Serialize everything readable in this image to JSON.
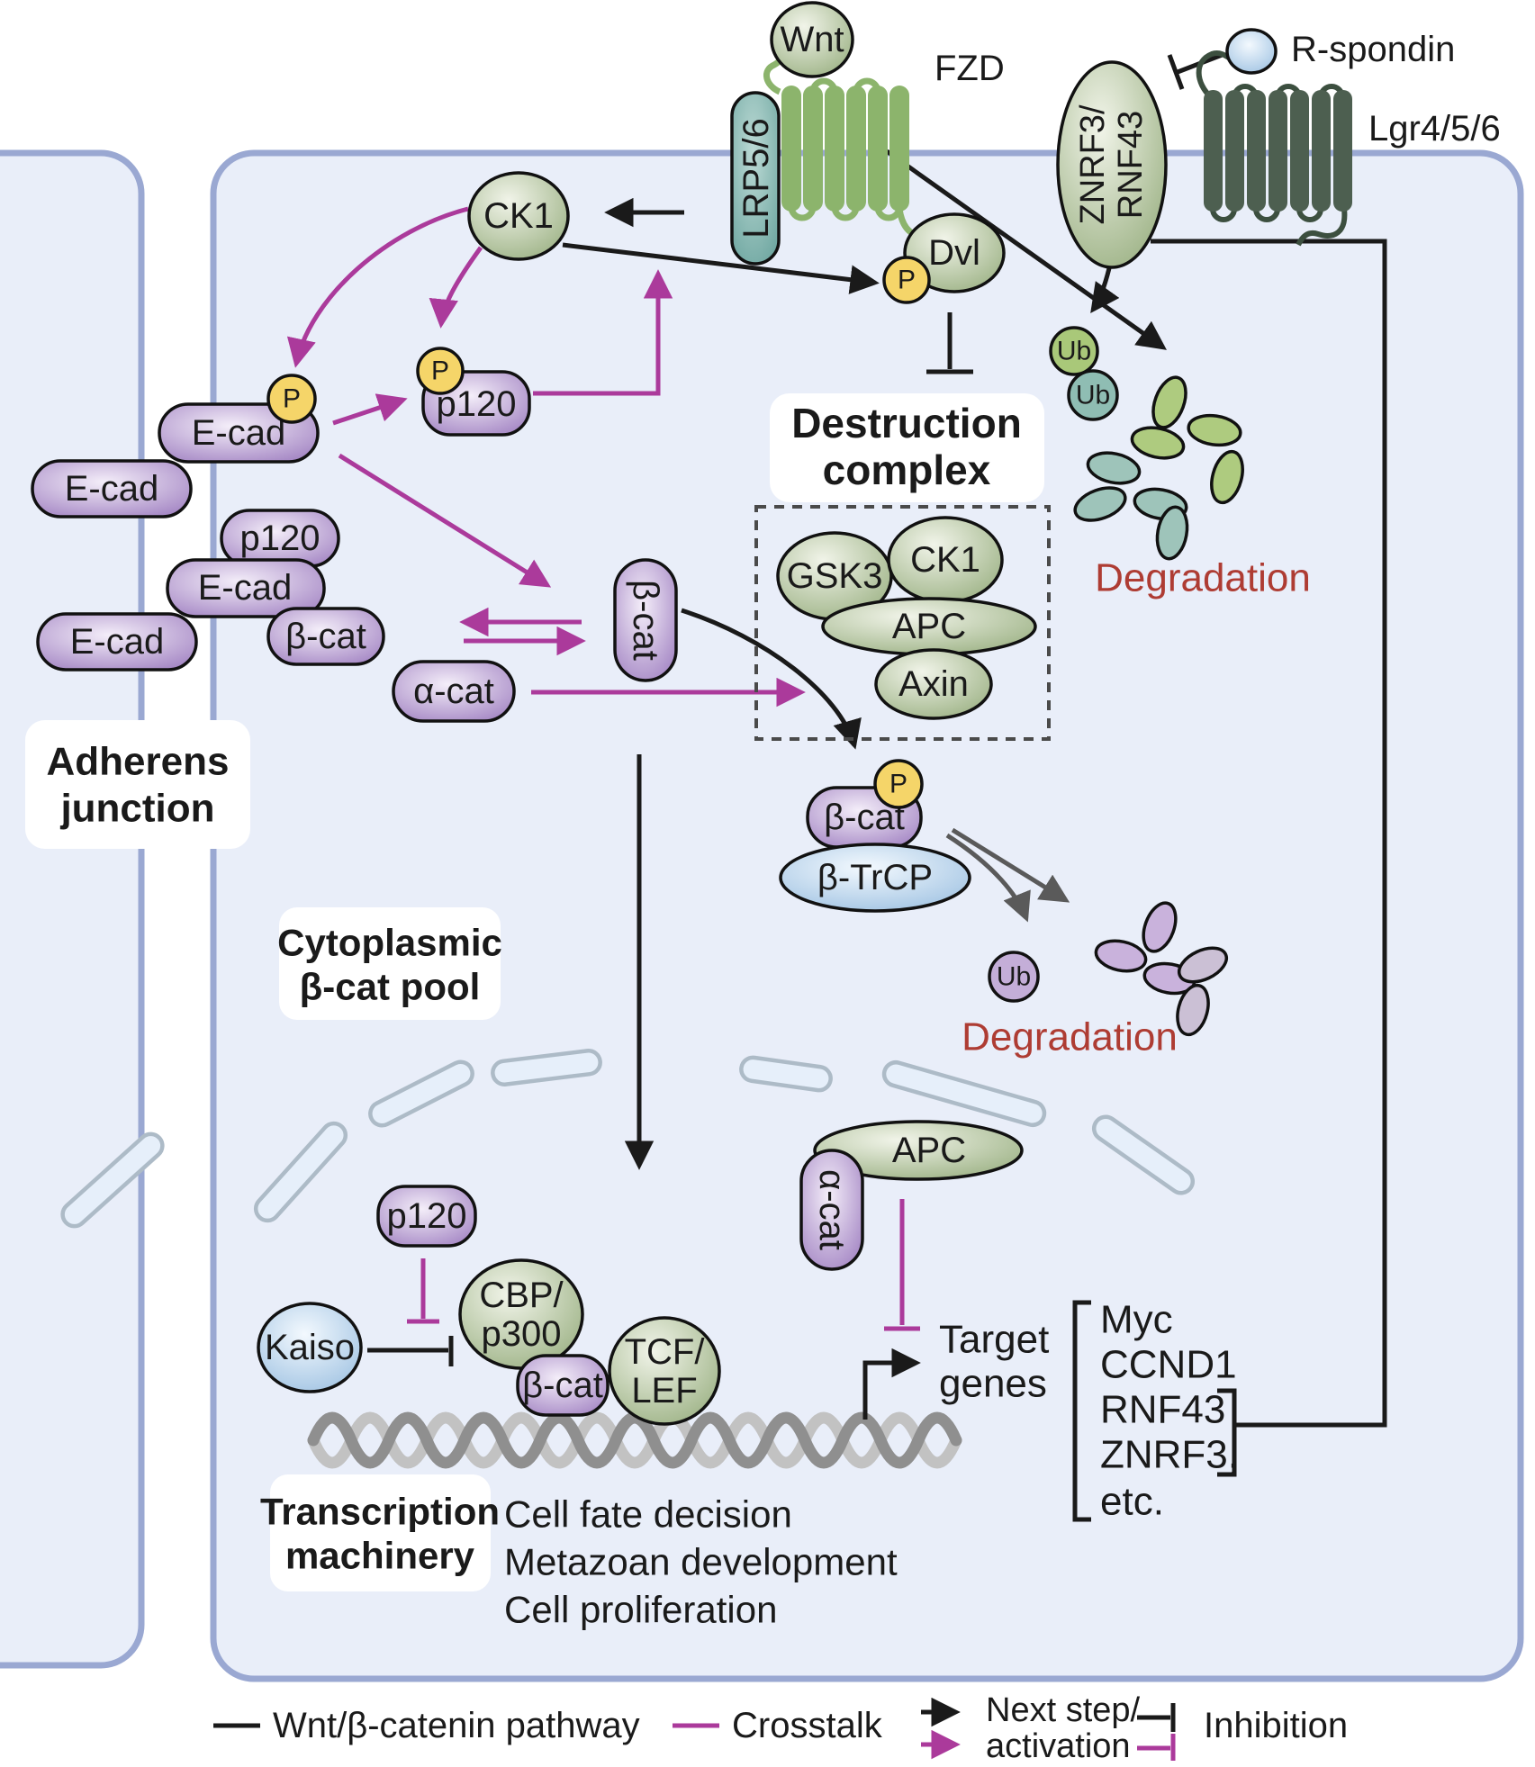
{
  "common": {
    "phospho_label": "P",
    "ubiquitin_label": "Ub",
    "degradation_label": "Degradation"
  },
  "receptors": {
    "wnt": "Wnt",
    "fzd": "FZD",
    "lrp56": "LRP5/6",
    "znrf3_line1": "ZNRF3/",
    "znrf3_line2": "RNF43",
    "r_spondin": "R-spondin",
    "lgr456": "Lgr4/5/6",
    "dvl": "Dvl"
  },
  "adherens_junction": {
    "label_line1": "Adherens",
    "label_line2": "junction",
    "e_cadherin": "E-cad",
    "p120": "p120",
    "beta_catenin": "β-cat"
  },
  "cytoplasm": {
    "ck1": "CK1",
    "p120": "p120",
    "beta_catenin": "β-cat",
    "alpha_catenin": "α-cat",
    "pool_label_line1": "Cytoplasmic",
    "pool_label_line2": "β-cat pool"
  },
  "destruction_complex": {
    "label_line1": "Destruction",
    "label_line2": "complex",
    "gsk3": "GSK3",
    "ck1": "CK1",
    "apc": "APC",
    "axin": "Axin"
  },
  "proteasome": {
    "beta_catenin": "β-cat",
    "beta_trcp": "β-TrCP"
  },
  "nucleus": {
    "p120": "p120",
    "kaiso": "Kaiso",
    "cbp_line1": "CBP/",
    "cbp_line2": "p300",
    "beta_catenin": "β-cat",
    "tcf_line1": "TCF/",
    "tcf_line2": "LEF",
    "apc": "APC",
    "alpha_catenin": "α-cat",
    "target_line1": "Target",
    "target_line2": "genes",
    "target_gene_list": [
      "Myc",
      "CCND1",
      "RNF43",
      "ZNRF3,",
      "etc."
    ],
    "machinery_line1": "Transcription",
    "machinery_line2": "machinery",
    "outcomes": [
      "Cell fate decision",
      "Metazoan development",
      "Cell proliferation"
    ]
  },
  "legend": {
    "wnt_pathway": "Wnt/β-catenin pathway",
    "crosstalk": "Crosstalk",
    "next_step_line1": "Next step/",
    "next_step_line2": "activation",
    "inhibition": "Inhibition"
  },
  "colors": {
    "pathway_black": "#1a1a1a",
    "crosstalk_magenta": "#ab3a9b",
    "degradation_red": "#ae3c33",
    "cell_fill": "#e9eef9",
    "cell_border": "#9aa8d2",
    "protein_sage": "#a3b88e",
    "protein_purple": "#a98cc5",
    "receptor_teal": "#7fb3ae",
    "accessory_blue": "#a6c6e4",
    "phospho_yellow": "#f5d569"
  }
}
